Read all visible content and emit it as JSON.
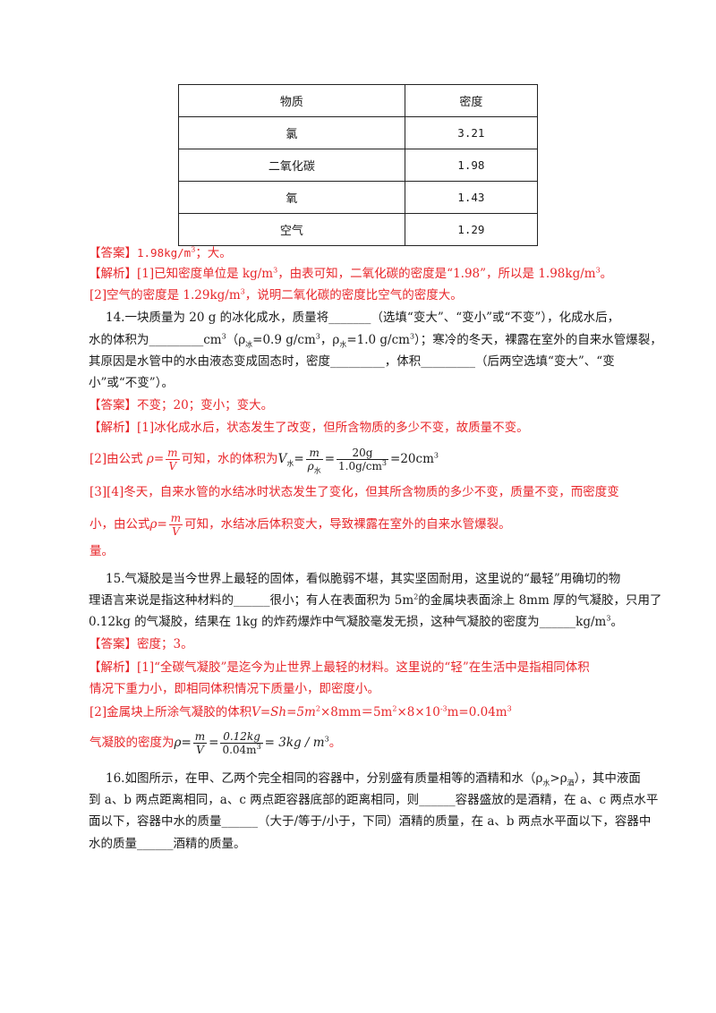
{
  "table": {
    "header": [
      "物质",
      "密度"
    ],
    "rows": [
      [
        "氯",
        "3.21"
      ],
      [
        "二氧化碳",
        "1.98"
      ],
      [
        "氧",
        "1.43"
      ],
      [
        "空气",
        "1.29"
      ]
    ]
  },
  "q13": {
    "answer_tag": "【答案】",
    "answer_pre": "1.98kg/m",
    "answer_post": "；大。",
    "analysis_tag": "【解析】",
    "a1_pre": "[1]已知密度单位是 kg/m",
    "a1_post": "，由表可知，二氧化碳的密度是“1.98”，所以是 1.98kg/m",
    "a1_end": "。",
    "a2_pre": "[2]空气的密度是 1.29kg/m",
    "a2_post": "，说明二氧化碳的密度比空气的密度大。"
  },
  "q14": {
    "l1": "14.一块质量为 20 g 的冰化成水，质量将_______（选填“变大”、“变小”或“不变”），化成水后，",
    "l2_a": "水的体积为_________cm",
    "l2_b": "（ρ",
    "l2_sub1": "冰",
    "l2_c": "=0.9 g/cm",
    "l2_d": "，ρ",
    "l2_sub2": "水",
    "l2_e": "=1.0 g/cm",
    "l2_f": "）；寒冷的冬天，裸露在室外的自来水管爆裂，",
    "l3": "其原因是水管中的水由液态变成固态时，密度_________，体积_________（后两空选填“变大”、“变",
    "l4": "小”或“不变”）。",
    "answer_tag": "【答案】",
    "answer": "不变；20；变小；变大。",
    "analysis_tag": "【解析】",
    "a1": "[1]冰化成水后，状态发生了改变，但所含物质的多少不变，故质量不变。",
    "a2_pre": "[2]由公式",
    "rho": "ρ",
    "eq": "=",
    "m": "m",
    "V": "V",
    "a2_mid": "可知，水的体积为",
    "Vsub": "水",
    "a2_num2": "20g",
    "a2_den2": "1.0g/cm",
    "a2_res": "=20cm",
    "a3_pre": "[3][4]冬天，自来水管的水结冰时状态发生了变化，但其所含物质的多少不变，质量不变，而密度变",
    "a3_l2_pre": "小，由公式",
    "a3_l2_post": "可知，水结冰后体积变大，导致裸露在室外的自来水管爆裂。",
    "stray": "量。"
  },
  "q15": {
    "l1": "15.气凝胶是当今世界上最轻的固体，看似脆弱不堪，其实坚固耐用，这里说的“最轻”用确切的物",
    "l2_pre": "理语言来说是指这种材料的______很小；有人在表面积为 5m",
    "l2_post": "的金属块表面涂上 8mm 厚的气凝胶，只用了",
    "l3_pre": "0.12kg 的气凝胶，结果在 1kg 的炸药爆炸中气凝胶毫发无损，这种气凝胶的密度为______kg/m",
    "l3_post": "。",
    "answer_tag": "【答案】",
    "answer": "密度；3。",
    "analysis_tag": "【解析】",
    "a1": "[1]“全碳气凝胶”是迄今为止世界上最轻的材料。这里说的“轻”在生活中是指相同体积",
    "a1_l2": "情况下重力小，即相同体积情况下质量小，即密度小。",
    "a2_pre": "[2]金属块上所涂气凝胶的体积",
    "a2_formula": "V=Sh=5m",
    "a2_f2": "×8mm＝5m",
    "a2_f3": "×8×10",
    "a2_exp": "-3",
    "a2_f4": "m=0.04m",
    "a3_pre": "气凝胶的密度为",
    "a3_num": "0.12kg",
    "a3_den": "0.04m",
    "a3_res": "= 3kg / m",
    "a3_end": "。"
  },
  "q16": {
    "l1_pre": "16.如图所示，在甲、乙两个完全相同的容器中，分别盛有质量相等的酒精和水（ρ",
    "l1_sub1": "水",
    "l1_mid": ">ρ",
    "l1_sub2": "酒",
    "l1_post": "），其中液面",
    "l2": "到 a、b 两点距离相同，a、c 两点距容器底部的距离相同，则______容器盛放的是酒精，在 a、c 两点水平",
    "l3": "面以下，容器中水的质量______（大于/等于/小于，下同）酒精的质量，在 a、b 两点水平面以下，容器中",
    "l4": "水的质量______酒精的质量。"
  }
}
